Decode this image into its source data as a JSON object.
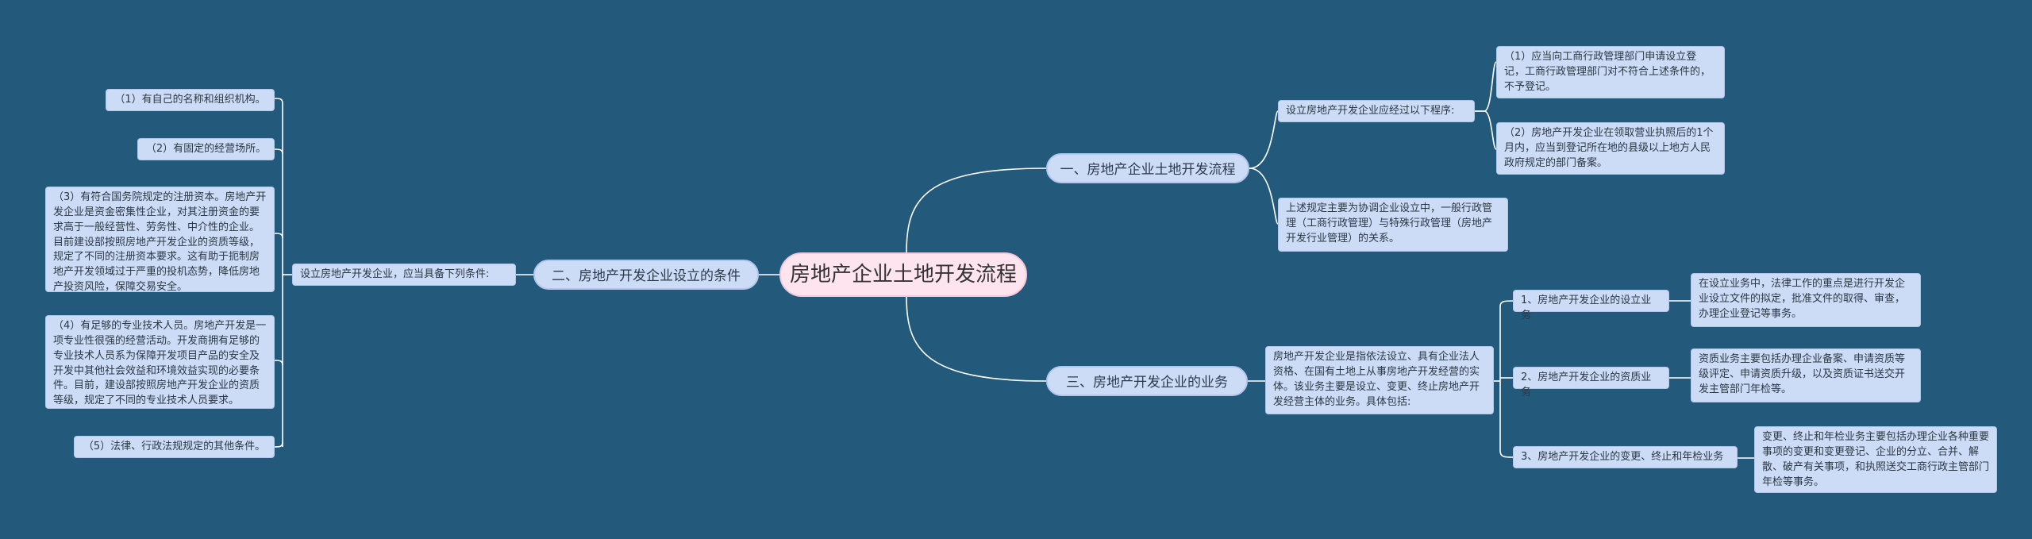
{
  "root": {
    "title": "房地产企业土地开发流程"
  },
  "branch1": {
    "label": "一、房地产企业土地开发流程",
    "procedure_label": "设立房地产开发企业应经过以下程序:",
    "step1": "（1）应当向工商行政管理部门申请设立登记，工商行政管理部门对不符合上述条件的，不予登记。",
    "step2": "（2）房地产开发企业在领取营业执照后的1个月内，应当到登记所在地的县级以上地方人民政府规定的部门备案。",
    "note": "上述规定主要为协调企业设立中，一般行政管理（工商行政管理）与特殊行政管理（房地产开发行业管理）的关系。"
  },
  "branch2": {
    "label": "二、房地产开发企业设立的条件",
    "conditions_label": "设立房地产开发企业，应当具备下列条件:",
    "c1": "（1）有自己的名称和组织机构。",
    "c2": "（2）有固定的经营场所。",
    "c3": "（3）有符合国务院规定的注册资本。房地产开发企业是资金密集性企业，对其注册资金的要求高于一般经营性、劳务性、中介性的企业。目前建设部按照房地产开发企业的资质等级，规定了不同的注册资本要求。这有助于扼制房地产开发领域过于严重的投机态势，降低房地产投资风险，保障交易安全。",
    "c4": "（4）有足够的专业技术人员。房地产开发是一项专业性很强的经营活动。开发商拥有足够的专业技术人员系为保障开发项目产品的安全及开发中其他社会效益和环境效益实现的必要条件。目前，建设部按照房地产开发企业的资质等级，规定了不同的专业技术人员要求。",
    "c5": "（5）法律、行政法规规定的其他条件。"
  },
  "branch3": {
    "label": "三、房地产开发企业的业务",
    "intro": "房地产开发企业是指依法设立、具有企业法人资格、在国有土地上从事房地产开发经营的实体。该业务主要是设立、变更、终止房地产开发经营主体的业务。具体包括:",
    "b1_label": "1、房地产开发企业的设立业务",
    "b1_desc": "在设立业务中，法律工作的重点是进行开发企业设立文件的拟定，批准文件的取得、审查，办理企业登记等事务。",
    "b2_label": "2、房地产开发企业的资质业务",
    "b2_desc": "资质业务主要包括办理企业备案、申请资质等级评定、申请资质升级，以及资质证书送交开发主管部门年检等。",
    "b3_label": "3、房地产开发企业的变更、终止和年检业务",
    "b3_desc": "变更、终止和年检业务主要包括办理企业各种重要事项的变更和变更登记、企业的分立、合并、解散、破产有关事项，和执照送交工商行政主管部门年检等事务。"
  },
  "colors": {
    "background": "#235a7c",
    "root_fill": "#fde4ef",
    "node_fill": "#cddcf6",
    "connector": "#ffffff"
  }
}
